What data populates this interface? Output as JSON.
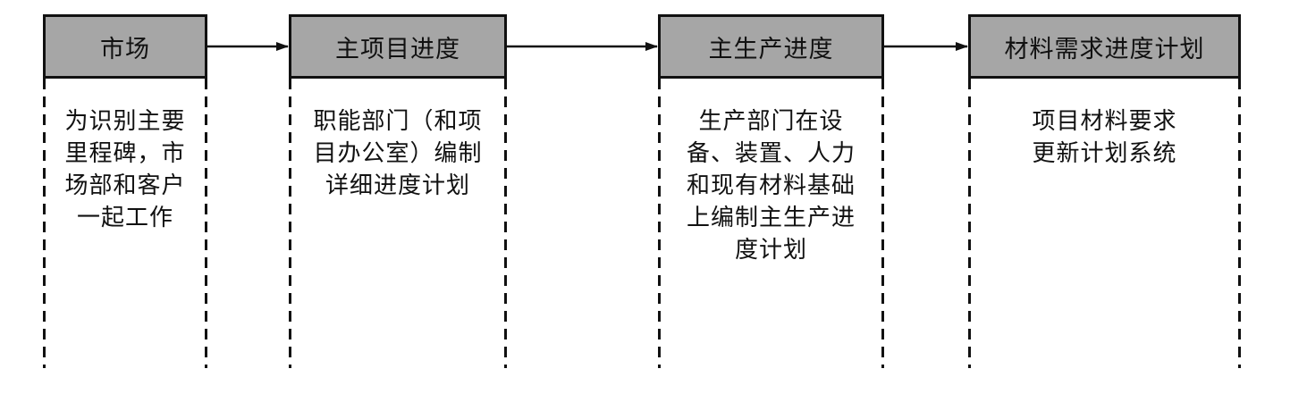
{
  "stages": [
    {
      "id": "market",
      "title": "市场",
      "lines": [
        "为识别主要",
        "里程碑，市",
        "场部和客户",
        "一起工作"
      ]
    },
    {
      "id": "master-project",
      "title": "主项目进度",
      "lines": [
        "职能部门（和项",
        "目办公室）编制",
        "详细进度计划"
      ]
    },
    {
      "id": "master-production",
      "title": "主生产进度",
      "lines": [
        "生产部门在设",
        "备、装置、人力",
        "和现有材料基础",
        "上编制主生产进",
        "度计划"
      ]
    },
    {
      "id": "material-requirements",
      "title": "材料需求进度计划",
      "lines": [
        "项目材料要求",
        "更新计划系统"
      ]
    }
  ],
  "colors": {
    "header_fill": "#a6a6a6",
    "stroke": "#111111"
  }
}
